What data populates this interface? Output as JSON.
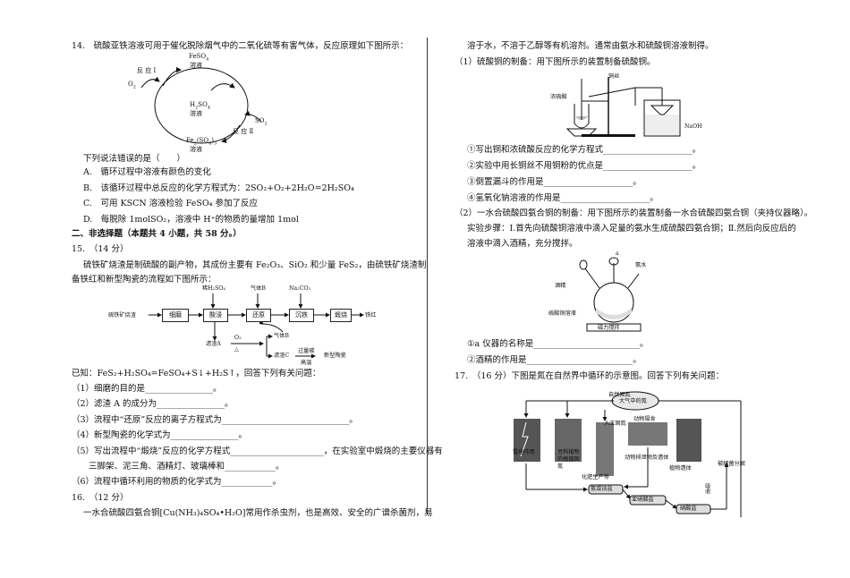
{
  "q14": {
    "stem": "14.　硫酸亚铁溶液可用于催化脱除烟气中的二氧化硫等有害气体，反应原理如下图所示：",
    "fig": {
      "feso4_a": "FeSO",
      "feso4_sub": "4",
      "feso4_b": "溶液",
      "react1": "反 应 Ⅰ",
      "o2": "O",
      "o2_sub": "2",
      "h2so4_a": "H",
      "h2so4_b": "SO",
      "h2so4_sub1": "2",
      "h2so4_sub2": "4",
      "h2so4_c": "溶液",
      "so2": "SO",
      "so2_sub": "2",
      "fe2so43_a": "Fe",
      "fe2so43_b": "(SO",
      "fe2so43_c": ")",
      "fe2so43_d": "溶液",
      "react2": "反 应 Ⅱ"
    },
    "prompt": "下列说法错误的是（　　）",
    "options": [
      "A.　循环过程中溶液有颜色的变化",
      "B.　该循环过程中总反应的化学方程式为：2SO₂+O₂+2H₂O=2H₂SO₄",
      "C.　可用 KSCN 溶液检验 FeSO₄ 参加了反应",
      "D.　每脱除 1molSO₂，溶液中 H⁺的物质的量增加 1mol"
    ]
  },
  "section2": "二、非选择题（本题共 4 小题，共 58 分。）",
  "q15": {
    "head": "15.　（14 分）",
    "intro1": "硫铁矿烧渣是制硫酸的副产物，其成份主要有 Fe₂O₃、SiO₂ 和少量 FeS₂，由硫铁矿烧渣制",
    "intro2": "备铁红和新型陶瓷的流程如下图所示：",
    "flow": {
      "reagent1": "稀H₂SO₄",
      "reagent2": "气体B",
      "reagent3": "Na₂CO₃",
      "start": "硫铁矿烧渣",
      "step1": "细磨",
      "step2": "酸浸",
      "step3": "还原",
      "step4": "沉铁",
      "step5": "煅烧",
      "end": "铁红",
      "residueA": "滤渣A",
      "o2": "O₂",
      "delta": "△",
      "gasB": "气体B",
      "residueC": "滤渣C",
      "excess_c": "过量碳",
      "high_temp": "高温",
      "ceramic": "新型陶瓷"
    },
    "known": "已知：FeS₂+H₂SO₄=FeSO₄+S↓+H₂S↑，回答下列有关问题：",
    "qs": [
      "（1）细磨的目的是________________。",
      "（2）滤渣 A 的成分为________________。",
      "（3）流程中“还原”反应的离子方程式为______________________________。",
      "（4）新型陶瓷的化学式为________________。",
      "（5）写出流程中“煅烧”反应的化学方程式______________________，在实验室中煅烧的主要仪器有",
      "　　三脚架、泥三角、酒精灯、玻璃棒和____________。",
      "（6）流程中循环利用的物质的化学式为____________。"
    ]
  },
  "q16": {
    "head": "16.　（12 分）",
    "intro1": "一水合硫酸四氨合铜[Cu(NH₃)₄SO₄•H₂O]常用作杀虫剂，也是高效、安全的广谱杀菌剂，易",
    "cont": "溶于水，不溶于乙醇等有机溶剂。通常由氨水和硫酸铜溶液制得。",
    "part1": "（1）硫酸铜的制备：用下图所示的装置制备硫酸铜。",
    "fig1": {
      "acid": "浓硫酸",
      "wire": "铜丝",
      "naoh": "NaOH"
    },
    "p1qs": [
      "①写出铜和浓硫酸反应的化学方程式_____________________。",
      "②实验中用长铜丝不用铜粉的优点是_____________________。",
      "③倒置漏斗的作用是_____________________。",
      "④氢氧化钠溶液的作用是_____________________。"
    ],
    "part2": "（2）一水合硫酸四氨合铜的制备：用下图所示的装置制备一水合硫酸四氨合铜（夹持仪器略）。",
    "steps1": "实验步骤：Ⅰ.首先向硫酸铜溶液中滴入足量的氨水生成硫酸四氨合铜；Ⅱ.然后向反应后的",
    "steps2": "溶液中滴入酒精，充分搅拌。",
    "fig2": {
      "a": "a",
      "ammonia": "氨水",
      "alcohol": "酒精",
      "cuso4": "硫酸铜溶液",
      "stirrer": "磁力搅拌"
    },
    "p2qs": [
      "①a 仪器的名称是_________________________。",
      "②酒精的作用是_________________________。"
    ]
  },
  "q17": {
    "head": "17.　（16 分）下图是氮在自然界中循环的示意图。回答下列有关问题：",
    "fig": {
      "natural_fix": "自然固氮",
      "air_n2": "大气中的氮",
      "artificial_fix": "人工固氮",
      "animal_eat": "动物摄食",
      "lightning": "雷电作用",
      "legume": "豆科植物的根瘤固氮",
      "factory": "化肥生产等",
      "remains": "动物排泄物及遗体",
      "plant_remains": "植物遗体",
      "bacteria": "被细菌分解",
      "absorb": "吸收",
      "ammonium": "氨或铵盐",
      "nitrite": "亚硝酸盐",
      "nitrate": "硝酸盐"
    }
  }
}
